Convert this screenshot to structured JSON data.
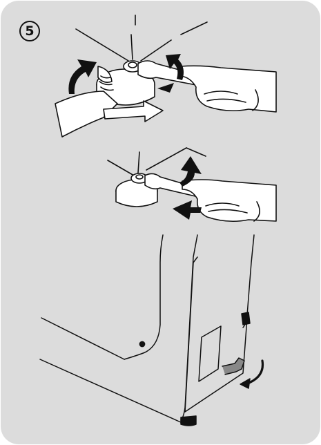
{
  "step": {
    "number": "5"
  },
  "colors": {
    "panel_background": "#dcdcdc",
    "line_art": "#111111",
    "skin_fill": "#ffffff",
    "arrow_fill": "#111111"
  },
  "figures": [
    {
      "name": "upper-adjustment",
      "icons": [
        "hand-holding-foot-icon",
        "wrench-icon",
        "rotate-arrow-icon"
      ]
    },
    {
      "name": "lower-locking",
      "icons": [
        "wrench-icon",
        "rotate-arrow-icon"
      ]
    },
    {
      "name": "appliance-corner",
      "icons": [
        "leveling-foot-icon",
        "hose-connector-icon",
        "curved-arrow-icon"
      ]
    }
  ]
}
